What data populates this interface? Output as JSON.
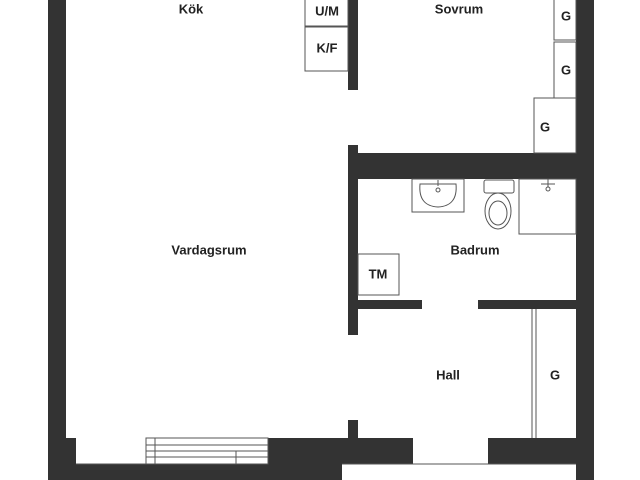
{
  "rooms": {
    "kitchen": "Kök",
    "bedroom": "Sovrum",
    "living": "Vardagsrum",
    "bathroom": "Badrum",
    "hall": "Hall"
  },
  "fixtures": {
    "washer_dryer": "U/M",
    "fridge_freezer": "K/F",
    "dryer_cabinet": "TM",
    "wardrobe": "G"
  },
  "colors": {
    "wall": "#333333",
    "fixture_stroke": "#555555",
    "text": "#222222",
    "background": "#ffffff"
  },
  "icons": [
    "sink-icon",
    "toilet-icon",
    "shower-icon"
  ]
}
